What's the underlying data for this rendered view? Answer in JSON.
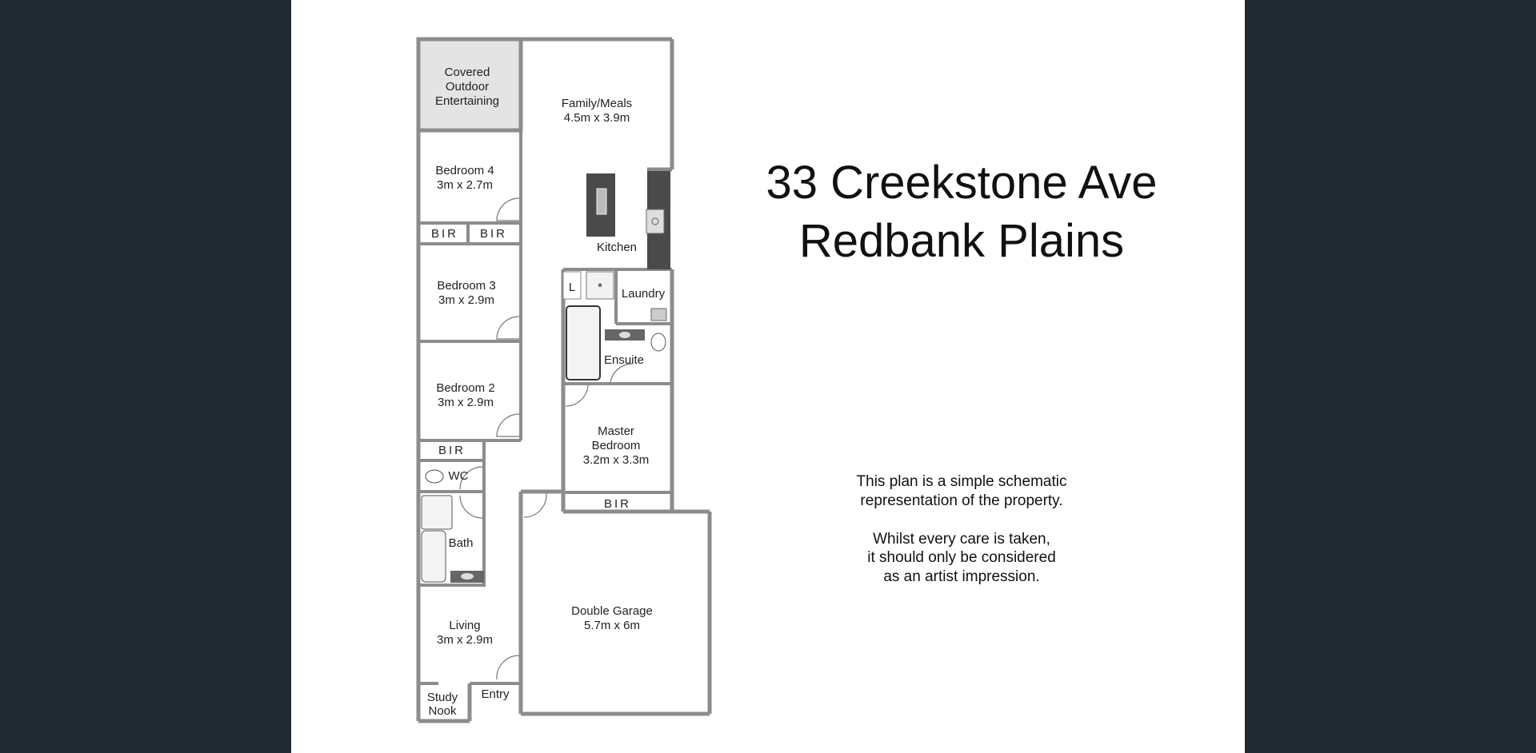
{
  "title": {
    "line1": "33 Creekstone Ave",
    "line2": "Redbank Plains"
  },
  "disclaimer": {
    "line1": "This plan is a simple schematic",
    "line2": "representation of the property.",
    "line3": "Whilst every care is taken,",
    "line4": "it should only be considered",
    "line5": "as an artist impression."
  },
  "rooms": {
    "outdoor": [
      "Covered",
      "Outdoor",
      "Entertaining"
    ],
    "family": [
      "Family/Meals",
      "4.5m x 3.9m"
    ],
    "bed4": [
      "Bedroom 4",
      "3m x 2.7m"
    ],
    "bed3": [
      "Bedroom 3",
      "3m x 2.9m"
    ],
    "bed2": [
      "Bedroom 2",
      "3m x 2.9m"
    ],
    "kitchen": "Kitchen",
    "linen": "L",
    "laundry": "Laundry",
    "ensuite": "Ensuite",
    "master": [
      "Master",
      "Bedroom",
      "3.2m x 3.3m"
    ],
    "bir": "BIR",
    "wc": "WC",
    "bath": "Bath",
    "living": [
      "Living",
      "3m x 2.9m"
    ],
    "garage": [
      "Double Garage",
      "5.7m x 6m"
    ],
    "study": [
      "Study",
      "Nook"
    ],
    "entry": "Entry"
  }
}
